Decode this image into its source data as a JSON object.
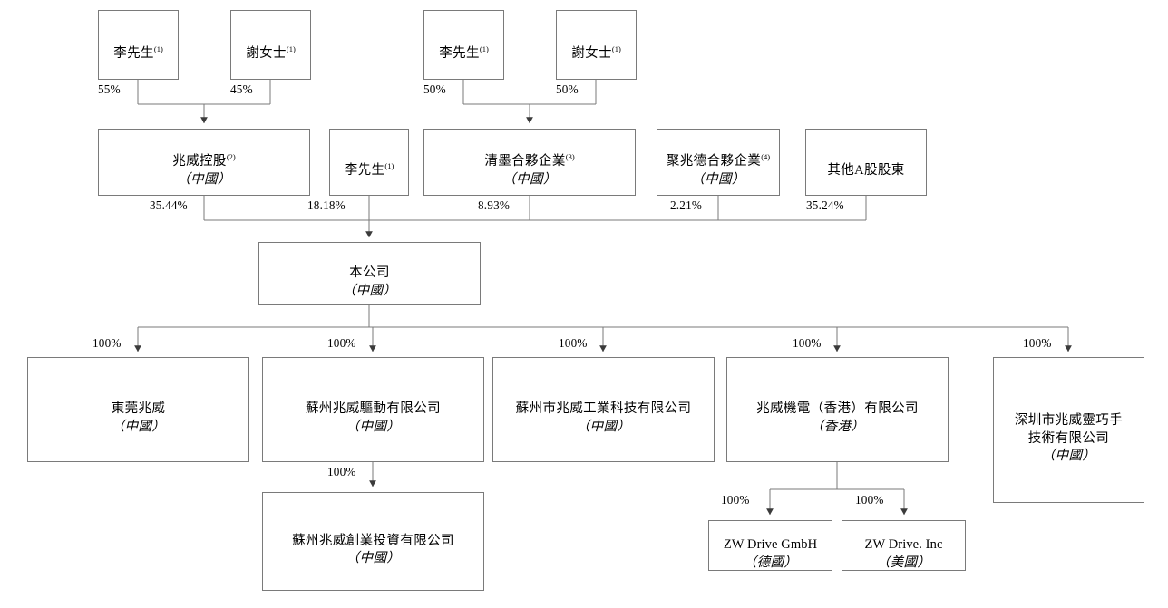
{
  "diagram": {
    "title": "Corporate shareholding structure chart",
    "line_color": "#7a7a7a",
    "text_color": "#000000",
    "background": "#ffffff"
  },
  "nodes": {
    "holdco_mr_li": {
      "name": "李先生",
      "note": "(1)",
      "location": ""
    },
    "holdco_ms_xie": {
      "name": "謝女士",
      "note": "(1)",
      "location": ""
    },
    "partner_mr_li": {
      "name": "李先生",
      "note": "(1)",
      "location": ""
    },
    "partner_ms_xie": {
      "name": "謝女士",
      "note": "(1)",
      "location": ""
    },
    "zhaowei_holding": {
      "name": "兆威控股",
      "note": "(2)",
      "location": "（中國）"
    },
    "mr_li_direct": {
      "name": "李先生",
      "note": "(1)",
      "location": ""
    },
    "qingmo_partnership": {
      "name": "清墨合夥企業",
      "note": "(3)",
      "location": "（中國）"
    },
    "juzhaode_partnership": {
      "name": "聚兆德合夥企業",
      "note": "(4)",
      "location": "（中國）"
    },
    "other_a_shareholders": {
      "name": "其他A股股東",
      "note": "",
      "location": ""
    },
    "company": {
      "name": "本公司",
      "note": "",
      "location": "（中國）"
    },
    "dongguan_zhaowei": {
      "name": "東莞兆威",
      "note": "",
      "location": "（中國）"
    },
    "suzhou_drive": {
      "name": "蘇州兆威驅動有限公司",
      "note": "",
      "location": "（中國）"
    },
    "suzhou_industrial": {
      "name": "蘇州市兆威工業科技有限公司",
      "note": "",
      "location": "（中國）"
    },
    "zhaowei_hk": {
      "name": "兆威機電（香港）有限公司",
      "note": "",
      "location": "（香港）"
    },
    "shenzhen_dexterous": {
      "name": "深圳市兆威靈巧手\n技術有限公司",
      "note": "",
      "location": "（中國）"
    },
    "suzhou_venture": {
      "name": "蘇州兆威創業投資有限公司",
      "note": "",
      "location": "（中國）"
    },
    "zw_drive_gmbh": {
      "name": "ZW Drive GmbH",
      "note": "",
      "location": "（德國）"
    },
    "zw_drive_inc": {
      "name": "ZW Drive. Inc",
      "note": "",
      "location": "（美國）"
    }
  },
  "edges": {
    "li_to_holding": "55%",
    "xie_to_holding": "45%",
    "li_to_partnership": "50%",
    "xie_to_partnership": "50%",
    "holding_to_company": "35.44%",
    "li_direct_to_company": "18.18%",
    "qingmo_to_company": "8.93%",
    "juzhaode_to_company": "2.21%",
    "other_a_to_company": "35.24%",
    "company_to_dongguan": "100%",
    "company_to_suzhou_drive": "100%",
    "company_to_suzhou_industrial": "100%",
    "company_to_hk": "100%",
    "company_to_shenzhen": "100%",
    "drive_to_venture": "100%",
    "hk_to_gmbh": "100%",
    "hk_to_inc": "100%"
  }
}
